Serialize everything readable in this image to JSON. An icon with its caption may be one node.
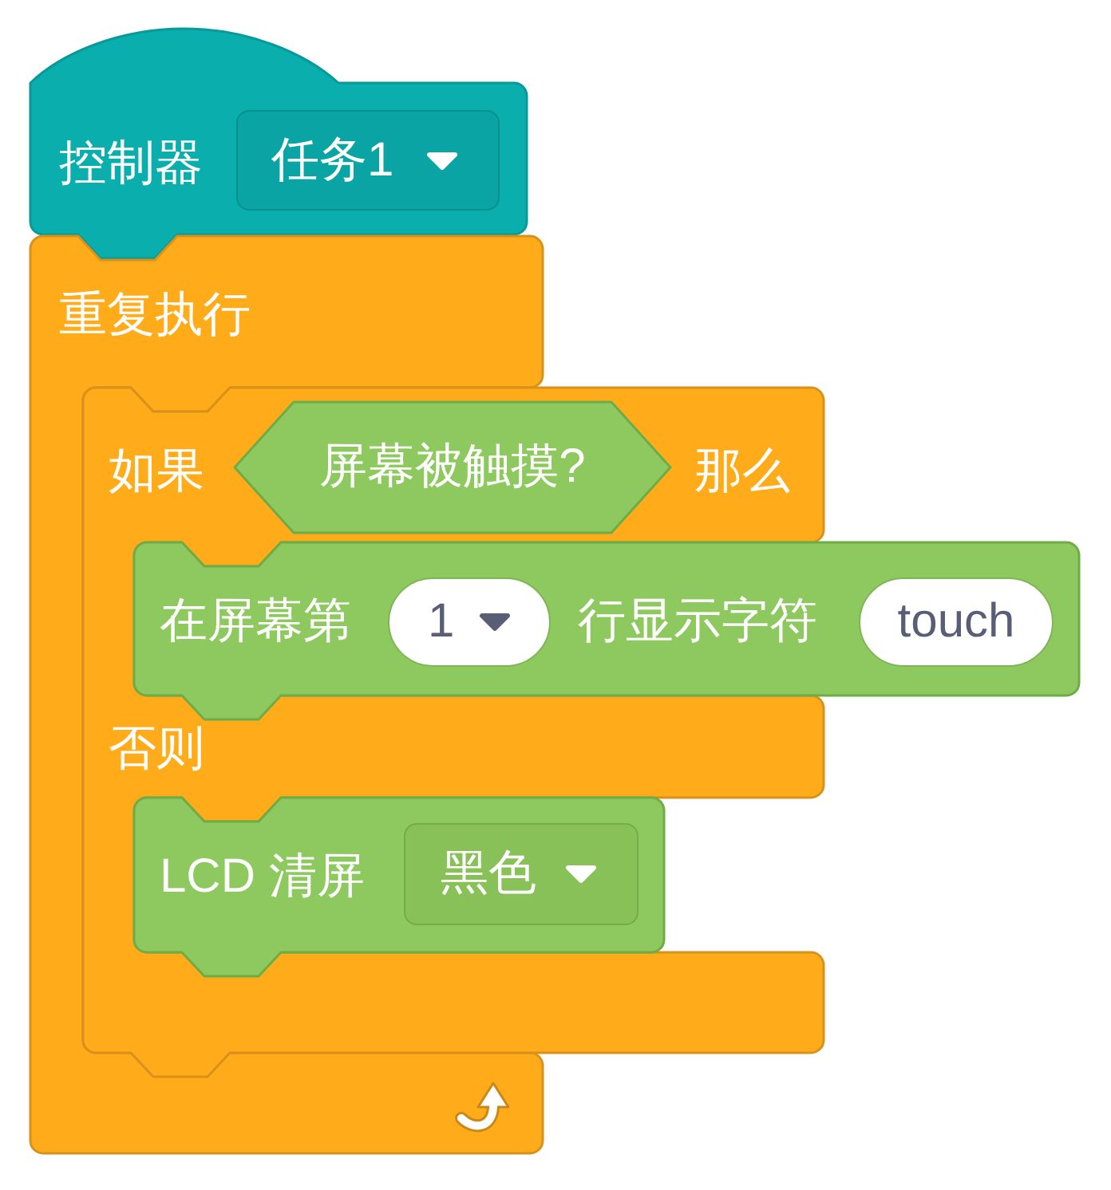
{
  "diagram": {
    "nodes": [
      {
        "text": [
          "控制器"
        ]
      },
      {
        "text": [
          "任务1"
        ],
        "in": 0
      },
      {
        "text": [
          "重复执行"
        ]
      },
      {
        "text": [
          "如果",
          "那么",
          "否则"
        ]
      },
      {
        "text": [
          "屏幕被触摸?"
        ],
        "in": 3
      },
      {
        "text": [
          "在屏幕第",
          "行显示字符"
        ]
      },
      {
        "text": [
          "1"
        ],
        "in": 5
      },
      {
        "text": [
          "touch"
        ],
        "in": 5
      },
      {
        "text": [
          "LCD 清屏"
        ],
        "in": 3
      },
      {
        "text": [
          "黑色"
        ],
        "in": 8
      }
    ]
  }
}
